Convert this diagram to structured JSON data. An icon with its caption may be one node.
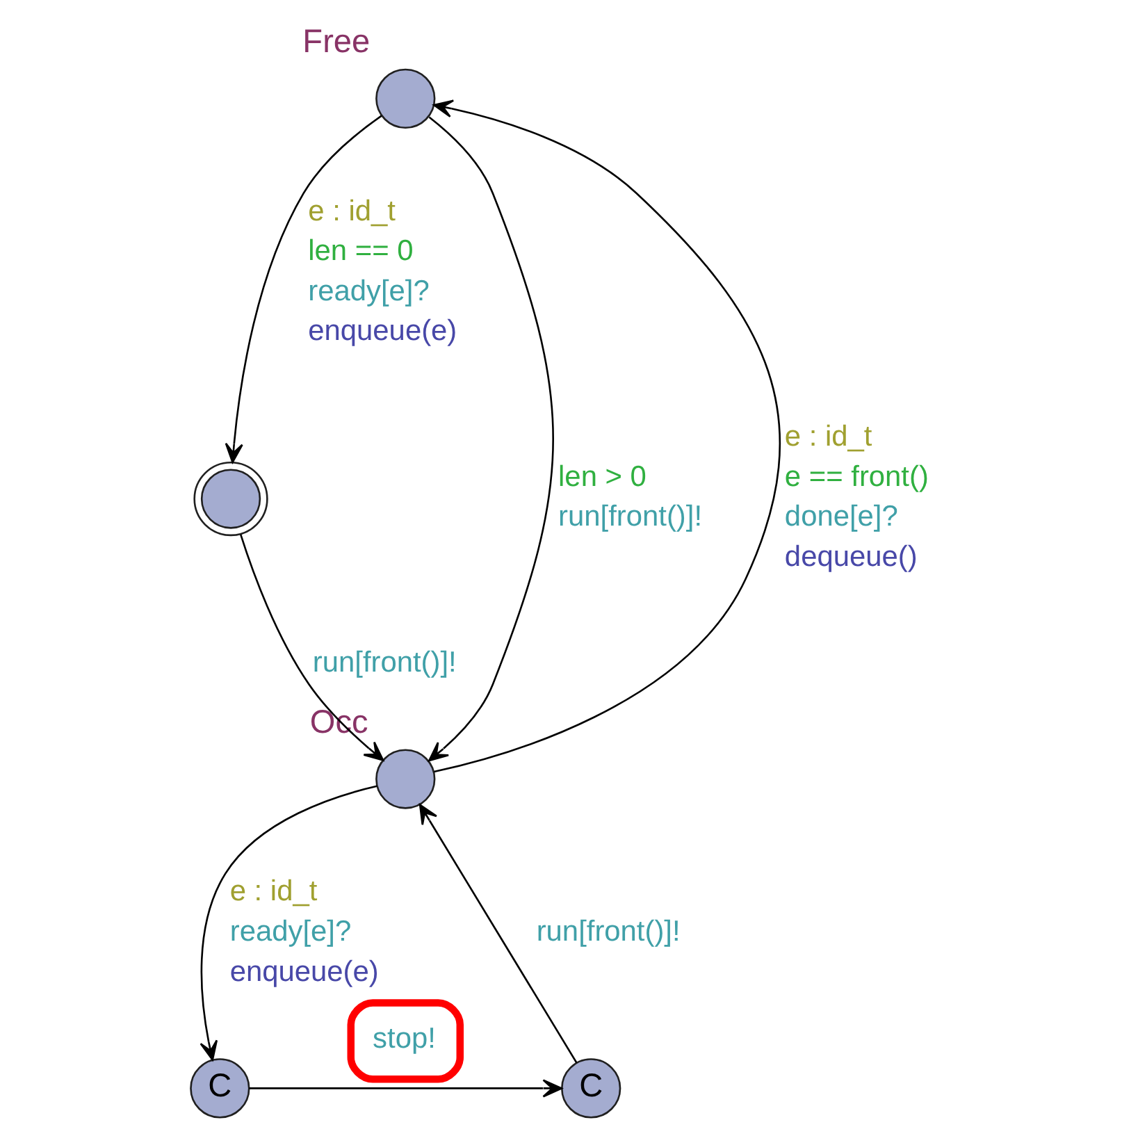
{
  "diagram": {
    "nodes": [
      {
        "text": [],
        "shape": "circle",
        "beside": [
          "Free"
        ]
      },
      {
        "text": [],
        "shape": "doublecircle"
      },
      {
        "text": [],
        "shape": "circle",
        "beside": [
          "Occ"
        ]
      },
      {
        "text": [
          "C"
        ]
      },
      {
        "text": [
          "C"
        ]
      }
    ],
    "edges": [
      {
        "from": 0,
        "to": 1,
        "arrow": "to",
        "label": [
          "e : id_t",
          "len == 0",
          "ready[e]?",
          "enqueue(e)"
        ]
      },
      {
        "from": 1,
        "to": 2,
        "arrow": "to",
        "label": [
          "run[front()]!"
        ]
      },
      {
        "from": 0,
        "to": 2,
        "arrow": "to",
        "label": [
          "len > 0",
          "run[front()]!"
        ]
      },
      {
        "from": 2,
        "to": 0,
        "arrow": "to",
        "label": [
          "e : id_t",
          "e == front()",
          "done[e]?",
          "dequeue()"
        ]
      },
      {
        "from": 2,
        "to": 3,
        "arrow": "to",
        "label": [
          "e : id_t",
          "ready[e]?",
          "enqueue(e)"
        ]
      },
      {
        "from": 3,
        "to": 4,
        "arrow": "to",
        "label": [
          "stop!"
        ]
      },
      {
        "from": 4,
        "to": 2,
        "arrow": "to",
        "label": [
          "run[front()]!"
        ]
      }
    ]
  }
}
